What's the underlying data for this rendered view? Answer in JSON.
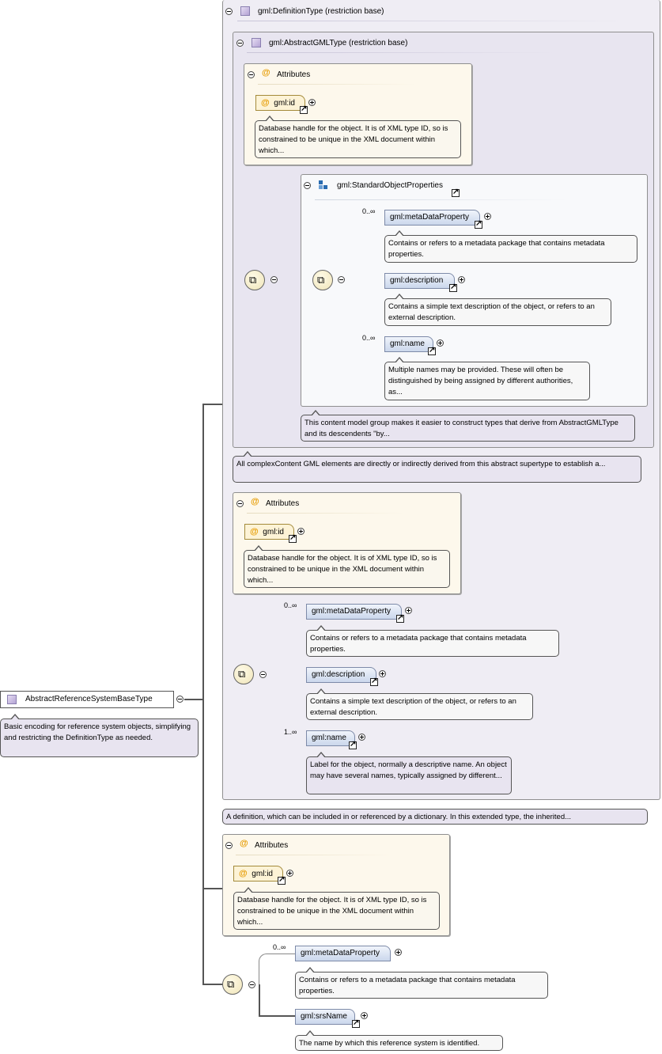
{
  "root": {
    "name": "AbstractReferenceSystemBaseType",
    "note": "Basic encoding for reference system objects, simplifying and restricting the DefinitionType as needed."
  },
  "definition_type": {
    "title": "gml:DefinitionType (restriction base)",
    "note": "A definition, which can be included in or referenced by a dictionary. In this extended type, the inherited..."
  },
  "abstract_gml_type": {
    "title": "gml:AbstractGMLType (restriction base)",
    "note": "All complexContent GML elements are directly or indirectly derived from this abstract supertype to establish a..."
  },
  "attributes_label": "Attributes",
  "gml_id": {
    "name": "gml:id",
    "note": "Database handle for the object. It is of XML type ID, so is constrained to be unique in the XML document within which..."
  },
  "standard_object_properties": {
    "title": "gml:StandardObjectProperties",
    "note": "This content model group makes it easier to construct types that derive from AbstractGMLType and its descendents \"by..."
  },
  "elements": {
    "metadata": {
      "name": "gml:metaDataProperty",
      "card": "0..∞",
      "note": "Contains or refers to a metadata package that contains metadata properties."
    },
    "description": {
      "name": "gml:description",
      "note": "Contains a simple text description of the object, or refers to an external description."
    },
    "name_std": {
      "name": "gml:name",
      "card": "0..∞",
      "note": "Multiple names may be provided. These will often be distinguished by being assigned by different authorities, as..."
    },
    "name_def": {
      "name": "gml:name",
      "card": "1..∞",
      "note": "Label for the object, normally a descriptive name. An object may have several names, typically assigned by different..."
    },
    "srs_name": {
      "name": "gml:srsName",
      "note": "The name by which this reference system is identified."
    }
  },
  "icons": {
    "type": "complex-type-icon",
    "attribute": "attribute-at-icon",
    "group": "model-group-icon",
    "sequence": "sequence-compositor-icon",
    "link": "external-link-icon"
  }
}
